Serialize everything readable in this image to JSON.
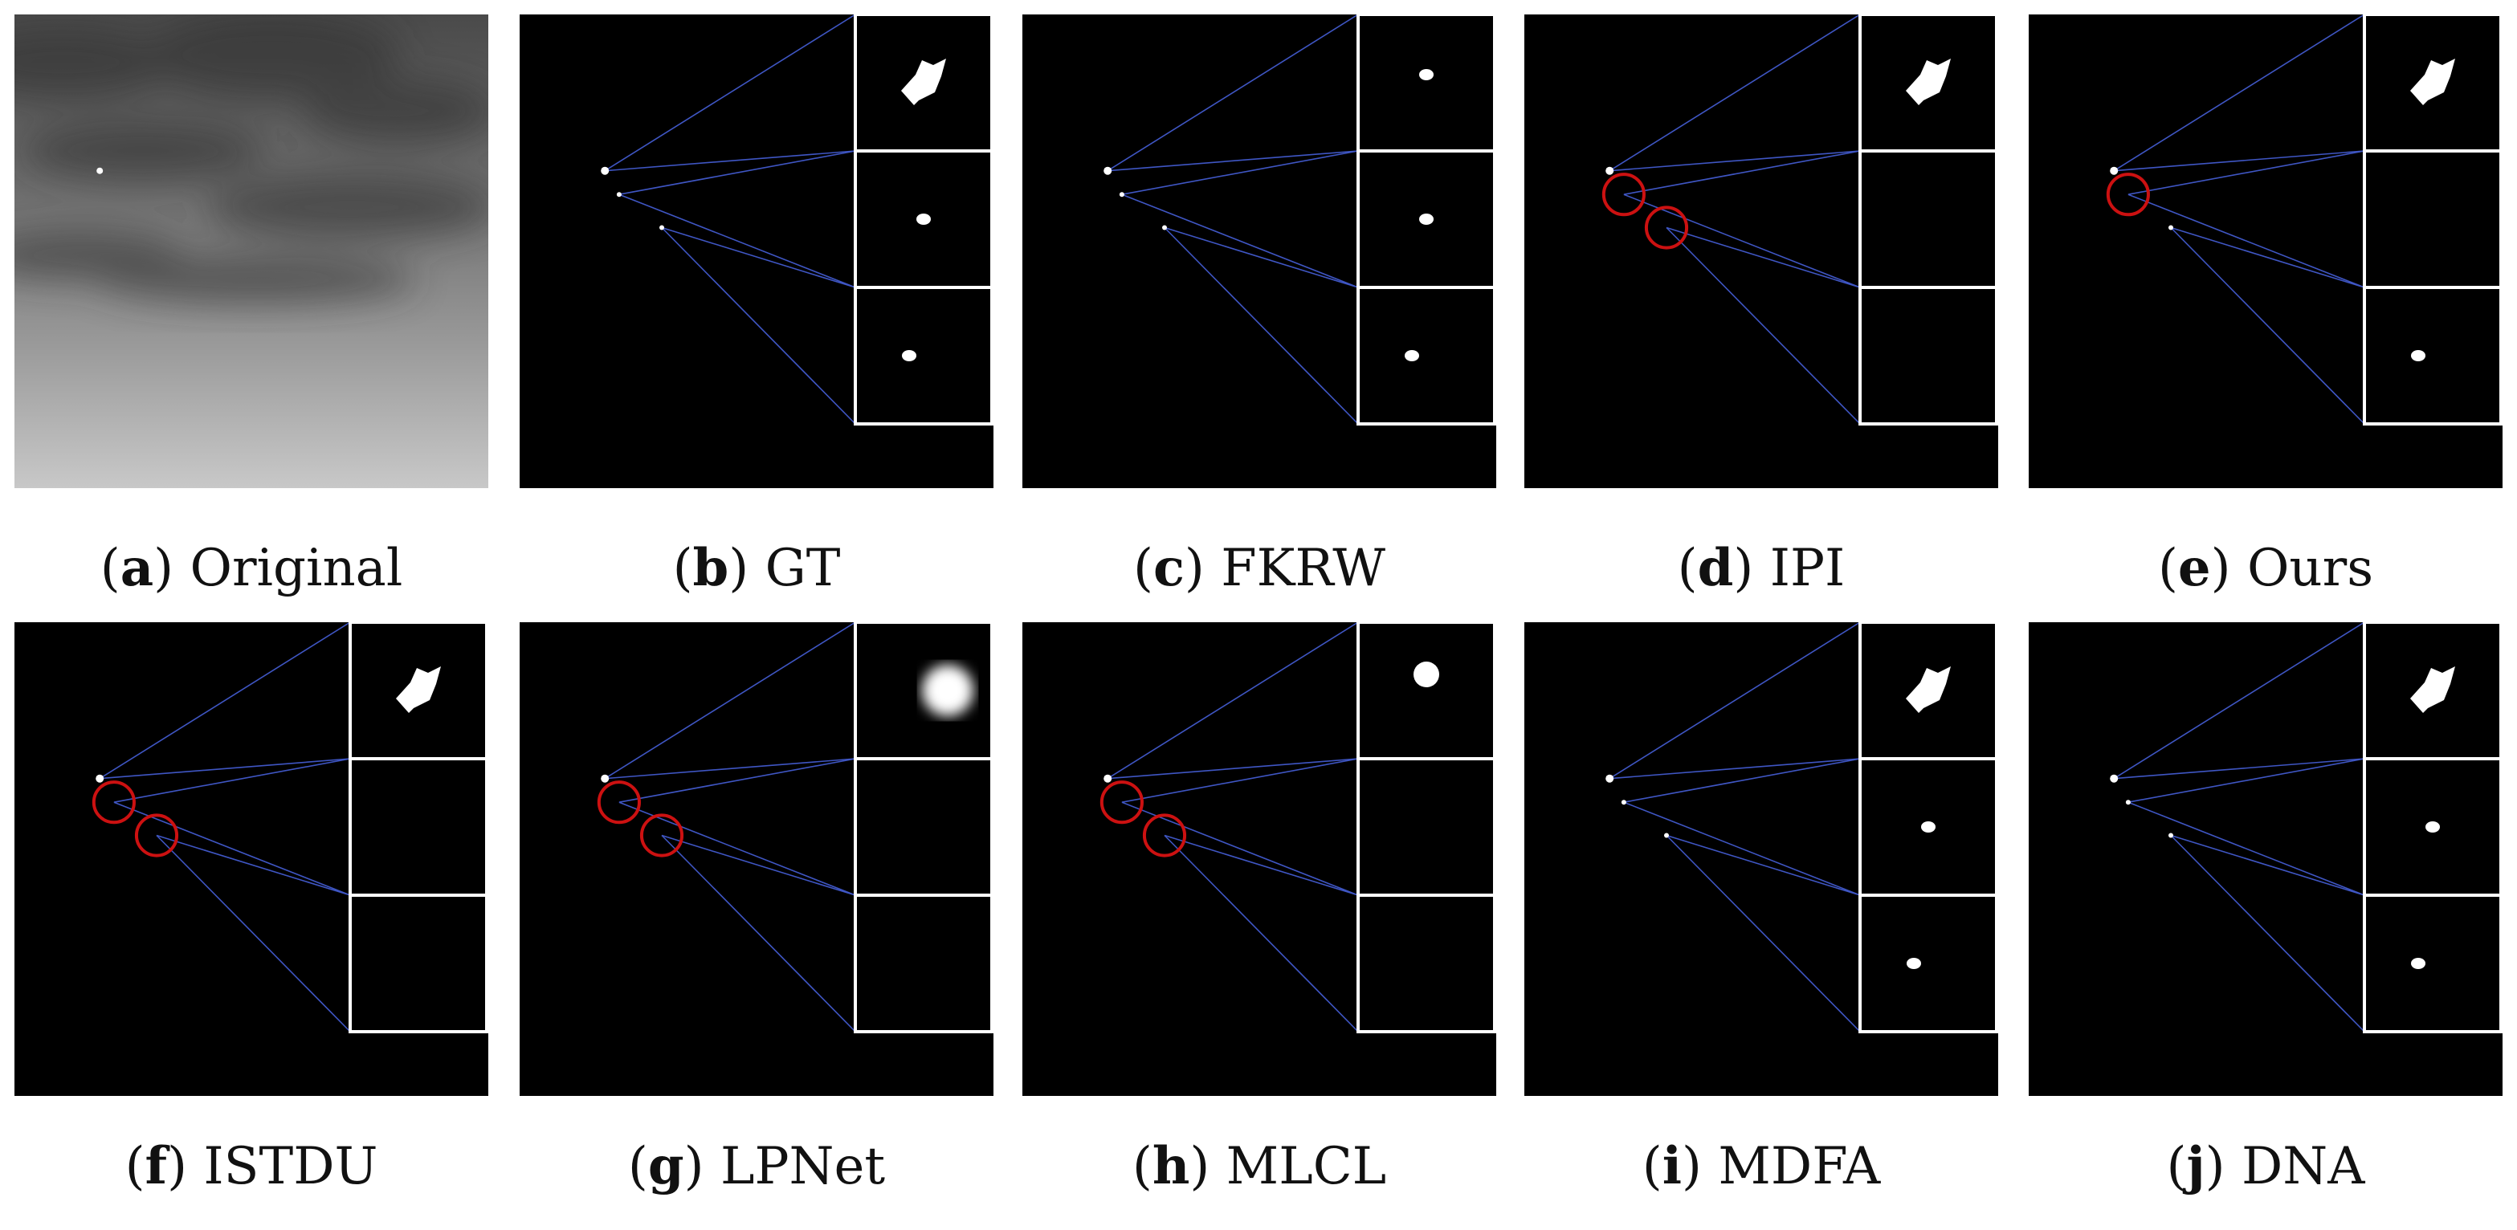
{
  "figure": {
    "background": "#ffffff",
    "inset_border_color": "#ffffff",
    "line_color": "#3f56c4",
    "miss_circle_color": "#cc1111",
    "panels": [
      {
        "letter": "a",
        "label": "Original",
        "kind": "original",
        "misses": []
      },
      {
        "letter": "b",
        "label": "GT",
        "kind": "mask",
        "insets": [
          "blob-large",
          "dot-small",
          "dot-small"
        ],
        "misses": []
      },
      {
        "letter": "c",
        "label": "FKRW",
        "kind": "mask",
        "insets": [
          "dot-small",
          "dot-small",
          "dot-small"
        ],
        "misses": []
      },
      {
        "letter": "d",
        "label": "IPI",
        "kind": "mask",
        "insets": [
          "blob-large",
          "empty",
          "empty"
        ],
        "misses": [
          "target-2",
          "target-3"
        ]
      },
      {
        "letter": "e",
        "label": "Ours",
        "kind": "mask",
        "insets": [
          "blob-large",
          "empty",
          "dot-small"
        ],
        "misses": [
          "target-2"
        ]
      },
      {
        "letter": "f",
        "label": "ISTDU",
        "kind": "mask",
        "insets": [
          "blob-large",
          "empty",
          "empty"
        ],
        "misses": [
          "target-2",
          "target-3"
        ]
      },
      {
        "letter": "g",
        "label": "LPNet",
        "kind": "mask",
        "insets": [
          "blob-blurry",
          "empty",
          "empty"
        ],
        "misses": [
          "target-2",
          "target-3"
        ]
      },
      {
        "letter": "h",
        "label": "MLCL",
        "kind": "mask",
        "insets": [
          "dot-round",
          "empty",
          "empty"
        ],
        "misses": [
          "target-2",
          "target-3"
        ]
      },
      {
        "letter": "i",
        "label": "MDFA",
        "kind": "mask",
        "insets": [
          "blob-large",
          "dot-small",
          "dot-small"
        ],
        "misses": []
      },
      {
        "letter": "j",
        "label": "DNA",
        "kind": "mask",
        "insets": [
          "blob-large",
          "dot-small",
          "dot-small"
        ],
        "misses": []
      }
    ]
  }
}
